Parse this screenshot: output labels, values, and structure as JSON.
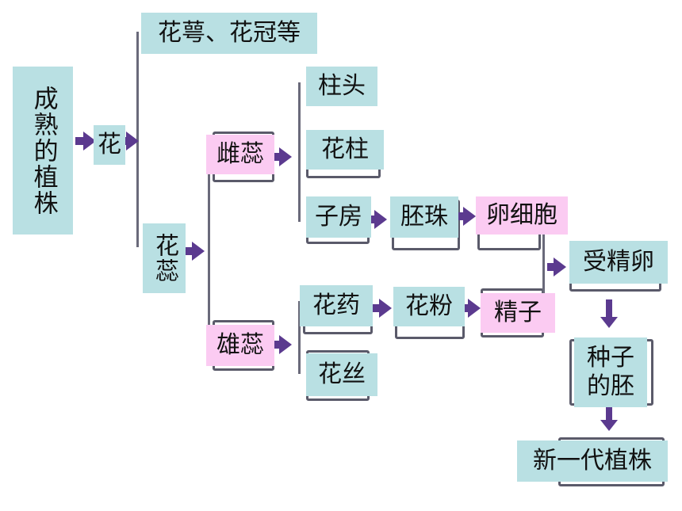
{
  "nodes": {
    "mature_plant": "成熟的植株",
    "flower": "花",
    "sepal_petal": "花萼、花冠等",
    "pistil_stamen": "花蕊",
    "pistil": "雌蕊",
    "stamen": "雄蕊",
    "stigma": "柱头",
    "style": "花柱",
    "ovary": "子房",
    "ovule": "胚珠",
    "egg_cell": "卵细胞",
    "anther": "花药",
    "filament": "花丝",
    "pollen": "花粉",
    "sperm": "精子",
    "zygote": "受精卵",
    "embryo": "种子的胚",
    "new_plant": "新一代植株"
  },
  "colors": {
    "teal": "#b9e0e3",
    "pink": "#fbcbf2",
    "arrow": "#5b3a8f"
  }
}
